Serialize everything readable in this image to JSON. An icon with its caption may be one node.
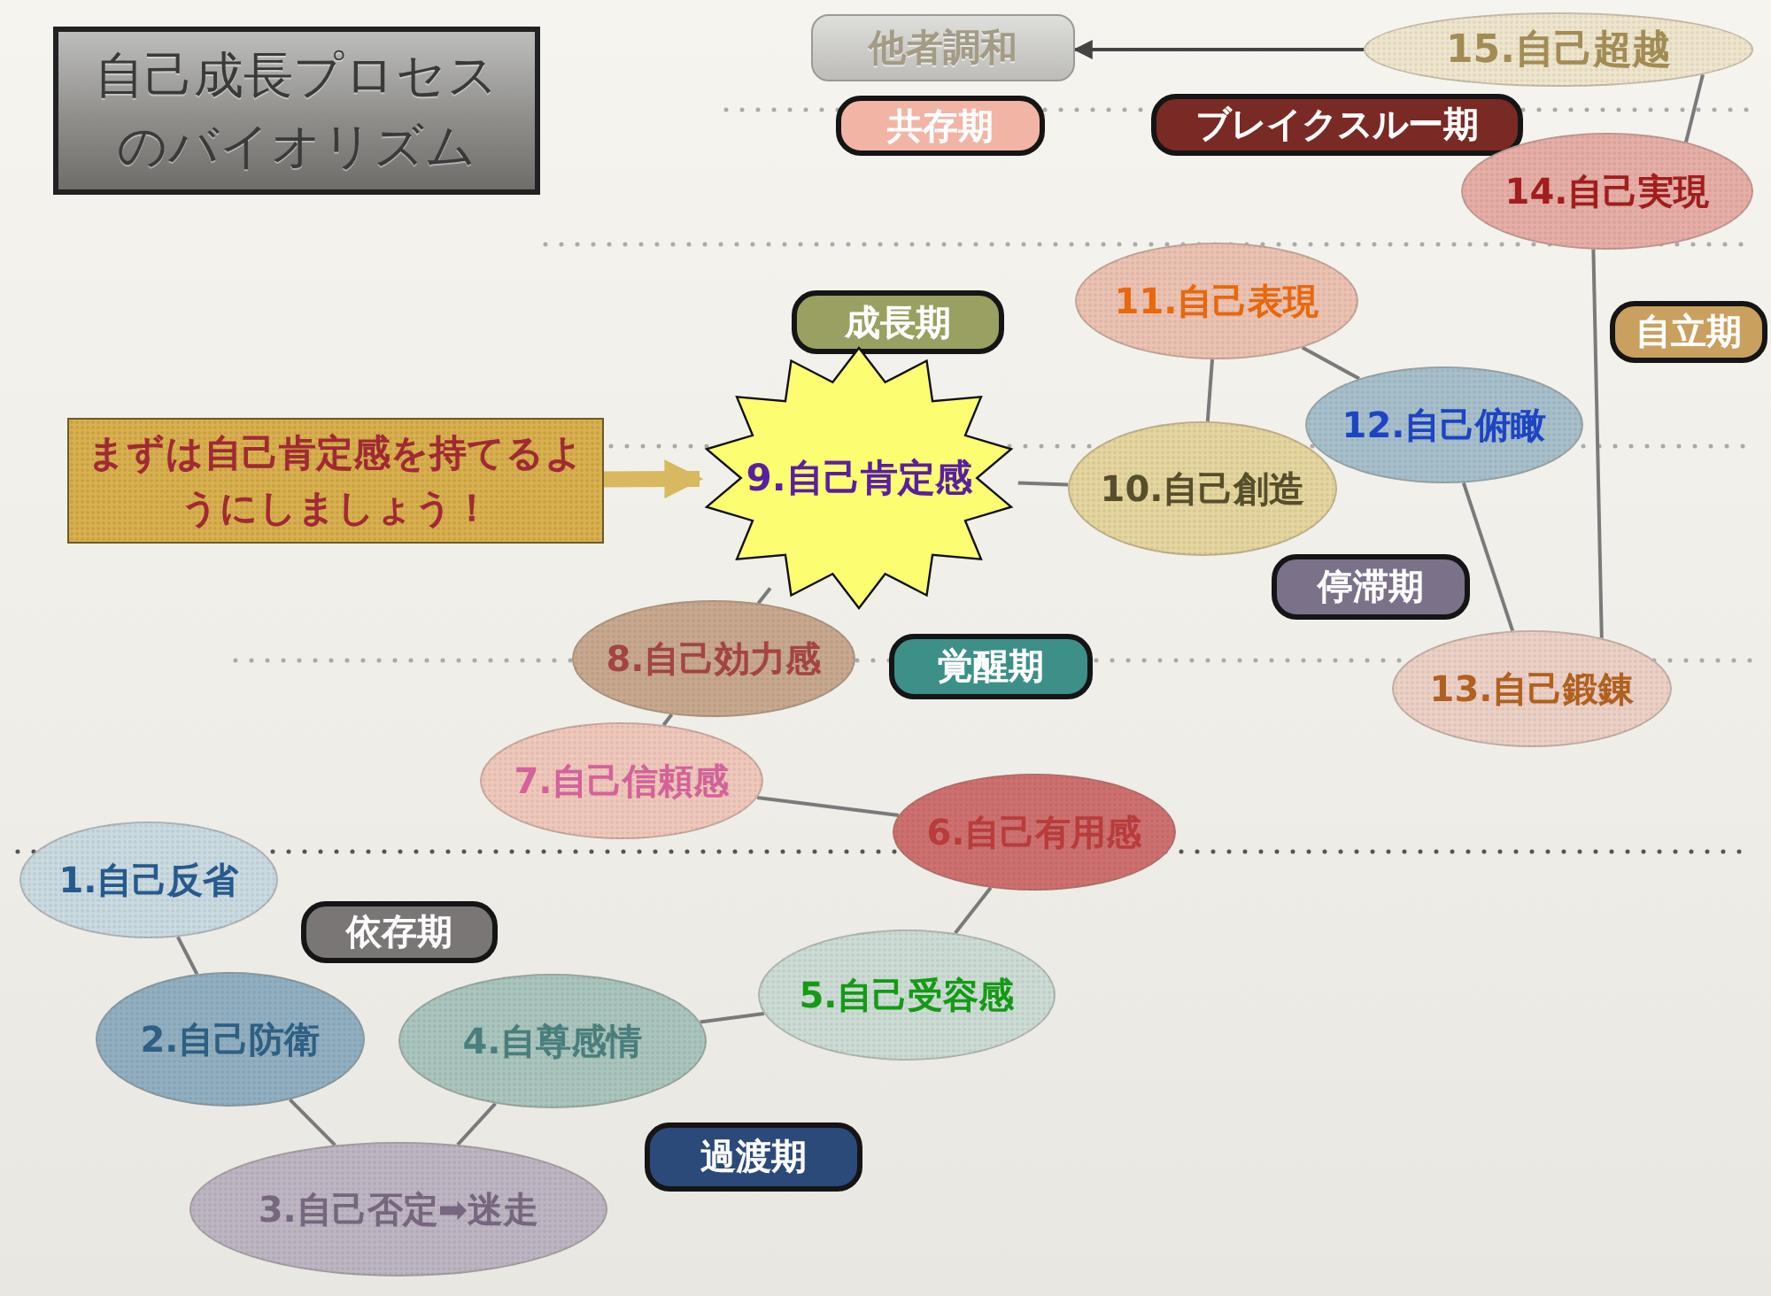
{
  "diagram": {
    "title": "自己成長プロセスのバイオリズム",
    "nodes": [
      {
        "text": [
          "他者調和"
        ]
      },
      {
        "text": [
          "共存期"
        ]
      },
      {
        "text": [
          "ブレイクスルー期"
        ]
      },
      {
        "text": [
          "15.自己超越"
        ]
      },
      {
        "text": [
          "14.自己実現"
        ]
      },
      {
        "text": [
          "自立期"
        ]
      },
      {
        "text": [
          "11.自己表現"
        ]
      },
      {
        "text": [
          "成長期"
        ]
      },
      {
        "text": [
          "12.自己俯瞰"
        ]
      },
      {
        "text": [
          "まずは自己肯定感を持てるようにしましょう！"
        ]
      },
      {
        "text": [
          "9.自己肯定感"
        ]
      },
      {
        "text": [
          "10.自己創造"
        ]
      },
      {
        "text": [
          "停滞期"
        ]
      },
      {
        "text": [
          "8.自己効力感"
        ]
      },
      {
        "text": [
          "覚醒期"
        ]
      },
      {
        "text": [
          "13.自己鍛錬"
        ]
      },
      {
        "text": [
          "7.自己信頼感"
        ]
      },
      {
        "text": [
          "6.自己有用感"
        ]
      },
      {
        "text": [
          "1.自己反省"
        ]
      },
      {
        "text": [
          "依存期"
        ]
      },
      {
        "text": [
          "2.自己防衛"
        ]
      },
      {
        "text": [
          "4.自尊感情"
        ]
      },
      {
        "text": [
          "5.自己受容感"
        ]
      },
      {
        "text": [
          "過渡期"
        ]
      },
      {
        "text": [
          "3.自己否定➡迷走"
        ]
      }
    ],
    "edges": [
      {
        "from": 18,
        "to": 20,
        "arrow": "none"
      },
      {
        "from": 20,
        "to": 24,
        "arrow": "none"
      },
      {
        "from": 24,
        "to": 21,
        "arrow": "none"
      },
      {
        "from": 21,
        "to": 22,
        "arrow": "none"
      },
      {
        "from": 22,
        "to": 17,
        "arrow": "none"
      },
      {
        "from": 17,
        "to": 16,
        "arrow": "none"
      },
      {
        "from": 16,
        "to": 13,
        "arrow": "none"
      },
      {
        "from": 13,
        "to": 10,
        "arrow": "none"
      },
      {
        "from": 10,
        "to": 11,
        "arrow": "none"
      },
      {
        "from": 11,
        "to": 6,
        "arrow": "none"
      },
      {
        "from": 6,
        "to": 8,
        "arrow": "none"
      },
      {
        "from": 8,
        "to": 15,
        "arrow": "none"
      },
      {
        "from": 15,
        "to": 4,
        "arrow": "none"
      },
      {
        "from": 4,
        "to": 3,
        "arrow": "none"
      },
      {
        "from": 3,
        "to": 0,
        "arrow": "to",
        "color": "#444444"
      },
      {
        "from": 9,
        "to": 10,
        "arrow": "to",
        "style": "thick",
        "color": "#d8b860"
      }
    ]
  }
}
